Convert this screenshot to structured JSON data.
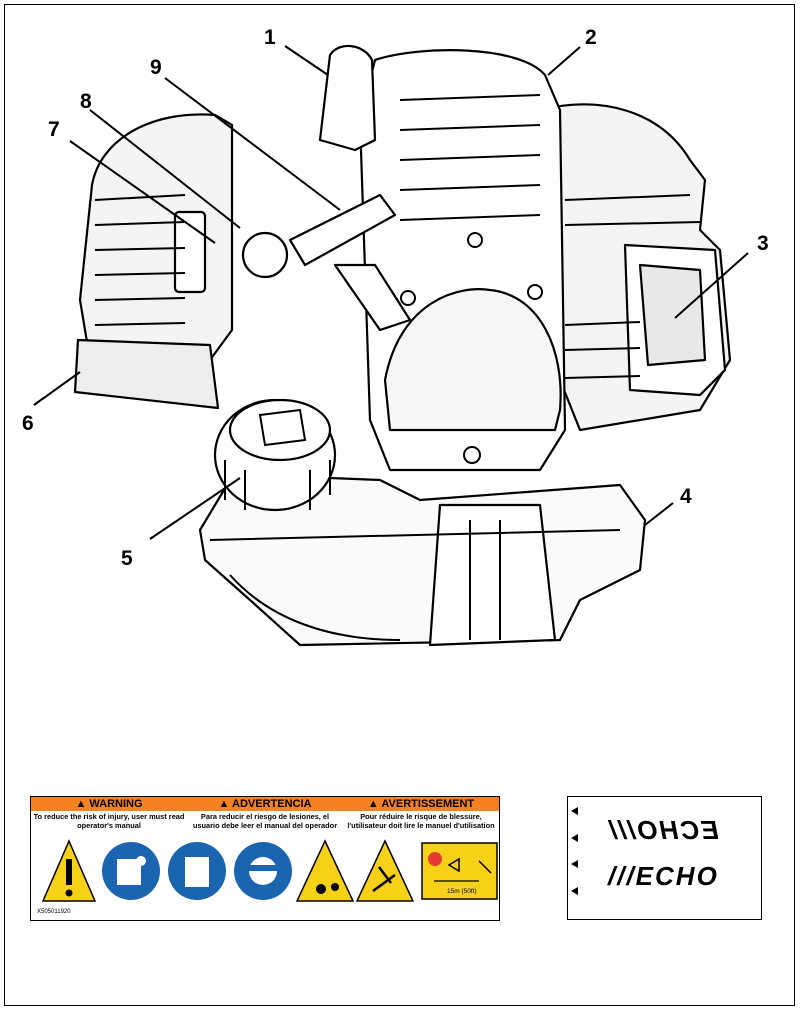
{
  "callouts": {
    "c1": "1",
    "c2": "2",
    "c3": "3",
    "c4": "4",
    "c5": "5",
    "c6": "6",
    "c7": "7",
    "c8": "8",
    "c9": "9"
  },
  "warning_label": {
    "headers": [
      "WARNING",
      "ADVERTENCIA",
      "AVERTISSEMENT"
    ],
    "texts": [
      "To reduce the risk of injury, user must read operator's manual",
      "Para reducir el riesgo de lesiones, el usuario debe leer el manual del operador",
      "Pour réduire le risque de blessure, l'utilisateur doit lire le manuel d'utilisation"
    ],
    "distance": "15m (50ft)",
    "part_code": "X505011920",
    "icons": [
      "warning-triangle-icon",
      "read-manual-icon",
      "gloves-icon",
      "head-protection-icon",
      "thrown-objects-icon",
      "falling-person-icon",
      "safe-distance-icon"
    ],
    "colors": {
      "header": "#f58220",
      "icon_fill": "#f7d117",
      "icon_blue": "#1b64b0"
    }
  },
  "brand_label": {
    "mirror_logo": "ECHO",
    "logo": "ECHO"
  }
}
